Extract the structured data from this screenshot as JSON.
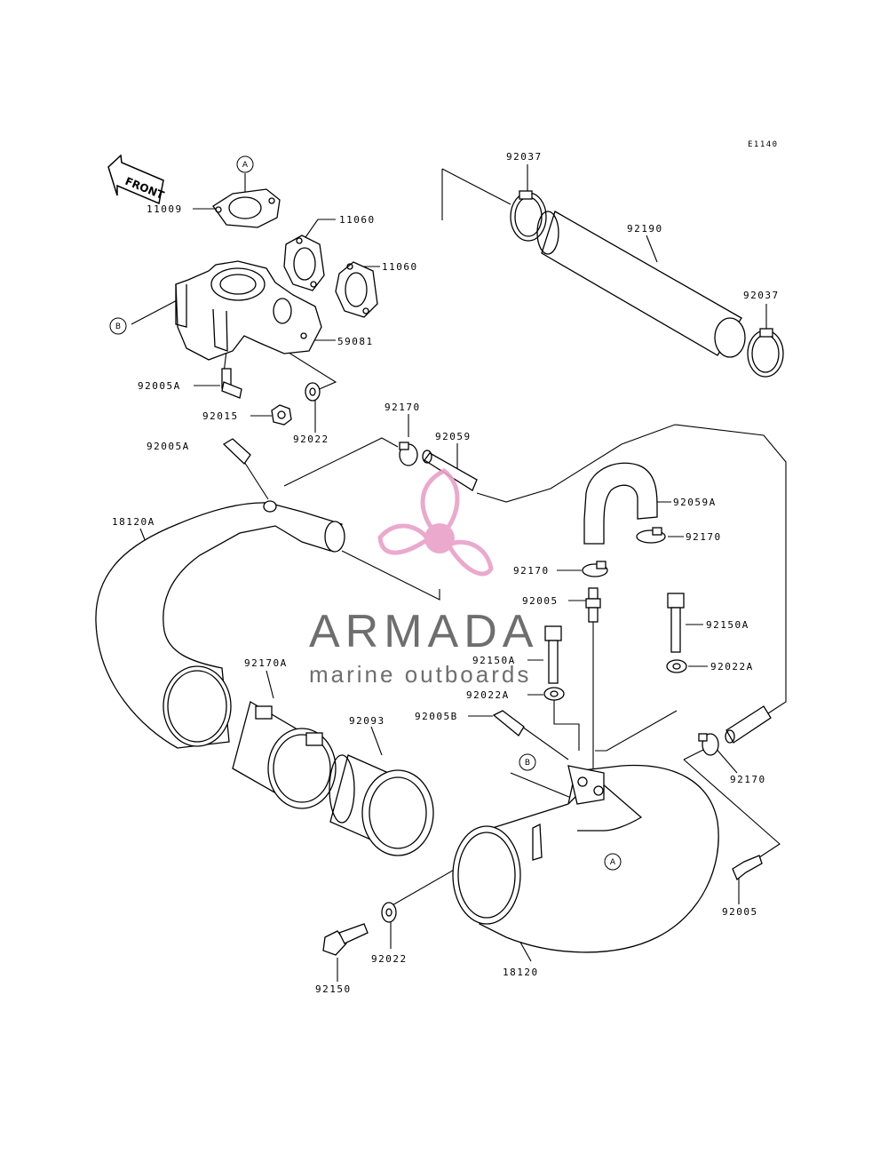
{
  "diagram_code": "E1140",
  "front_label": "FRONT",
  "brand": {
    "name": "ARMADA",
    "tagline": "marine outboards",
    "logo_color": "#e8a0c8",
    "text_color": "#6e6e6e"
  },
  "callouts": {
    "a": "A",
    "b": "B"
  },
  "parts": {
    "p11009": "11009",
    "p11060_1": "11060",
    "p11060_2": "11060",
    "p59081": "59081",
    "p92005a_1": "92005A",
    "p92015": "92015",
    "p92022_1": "92022",
    "p92170_1": "92170",
    "p92059": "92059",
    "p92005a_2": "92005A",
    "p92037_1": "92037",
    "p92190": "92190",
    "p92037_2": "92037",
    "p18120a": "18120A",
    "p92059a": "92059A",
    "p92170_2": "92170",
    "p92170_3": "92170",
    "p92005_1": "92005",
    "p92150a_1": "92150A",
    "p92150a_2": "92150A",
    "p92022a_1": "92022A",
    "p92022a_2": "92022A",
    "p92170a": "92170A",
    "p92093": "92093",
    "p92005b": "92005B",
    "p92170_4": "92170",
    "p92005_2": "92005",
    "p92150": "92150",
    "p92022_2": "92022",
    "p18120": "18120"
  }
}
